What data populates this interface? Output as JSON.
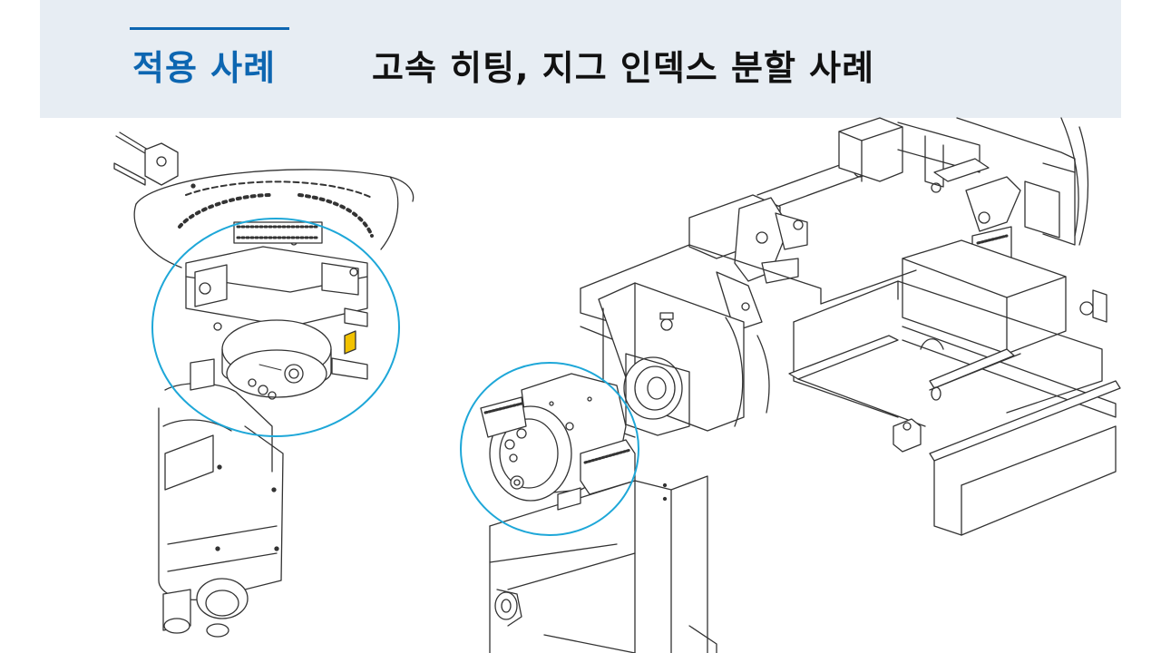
{
  "header": {
    "section_label": "적용 사례",
    "title": "고속 히팅, 지그 인덱스 분할 사례"
  },
  "colors": {
    "accent": "#0d66b1",
    "header_background": "#e7edf3",
    "highlight_circle": "#1ea7d8",
    "line_art": "#333333"
  },
  "figures": [
    {
      "name": "motor-rotary-table-drawing"
    },
    {
      "name": "jig-index-fixture-drawing"
    }
  ]
}
